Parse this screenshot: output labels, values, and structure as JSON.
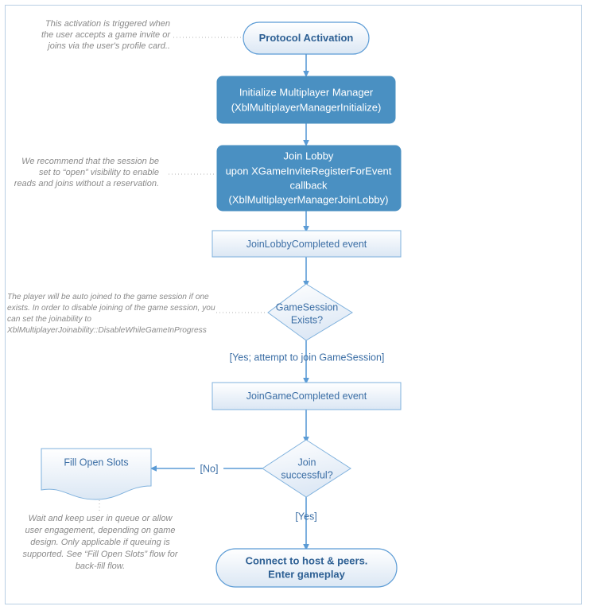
{
  "diagram": {
    "title": "Xbox Live Multiplayer Protocol Activation Flow",
    "colors": {
      "accent_blue": "#5b9bd5",
      "filled_node": "#4a90c2",
      "text_blue": "#3b6ea5",
      "note_gray": "#8a8a8a",
      "page_border": "#b9cfe4",
      "light_fill_top": "#ffffff",
      "light_fill_bottom": "#dce8f5"
    },
    "nodes": {
      "protocol_activation": {
        "shape": "terminal",
        "label": "Protocol Activation"
      },
      "initialize_manager": {
        "shape": "process-filled",
        "line1": "Initialize Multiplayer Manager",
        "line2": "(XblMultiplayerManagerInitialize)"
      },
      "join_lobby": {
        "shape": "process-filled",
        "line1": "Join Lobby",
        "line2": "upon XGameInviteRegisterForEvent",
        "line3": "callback",
        "line4": "(XblMultiplayerManagerJoinLobby)"
      },
      "join_lobby_completed": {
        "shape": "process",
        "label": "JoinLobbyCompleted event"
      },
      "game_session_exists": {
        "shape": "decision",
        "line1": "GameSession",
        "line2": "Exists?"
      },
      "join_game_completed": {
        "shape": "process",
        "label": "JoinGameCompleted event"
      },
      "join_successful": {
        "shape": "decision",
        "line1": "Join",
        "line2": "successful?"
      },
      "fill_open_slots": {
        "shape": "document",
        "label": "Fill Open Slots"
      },
      "connect_host_peers": {
        "shape": "terminal",
        "line1": "Connect to host & peers.",
        "line2": "Enter gameplay"
      }
    },
    "edge_labels": {
      "yes_attempt_join": "[Yes; attempt to join GameSession]",
      "no": "[No]",
      "yes": "[Yes]"
    },
    "notes": {
      "activation_note": {
        "lines": [
          "This activation is triggered when",
          "the user accepts a game invite or",
          "joins via the user's profile card.."
        ]
      },
      "session_note": {
        "lines": [
          "We recommend that the session be",
          "set to “open” visibility to enable",
          "reads and joins without a reservation."
        ]
      },
      "joinability_note": {
        "lines": [
          "The player will be auto joined to the game session if one",
          "exists. In order to disable joining of the game session, you",
          "can set the joinability to",
          "XblMultiplayerJoinability::DisableWhileGameInProgress"
        ]
      },
      "queue_note": {
        "lines": [
          "Wait and keep user in queue or allow",
          "user engagement, depending on game",
          "design. Only applicable if queuing is",
          "supported. See “Fill Open Slots” flow for",
          "back-fill flow."
        ]
      }
    }
  }
}
